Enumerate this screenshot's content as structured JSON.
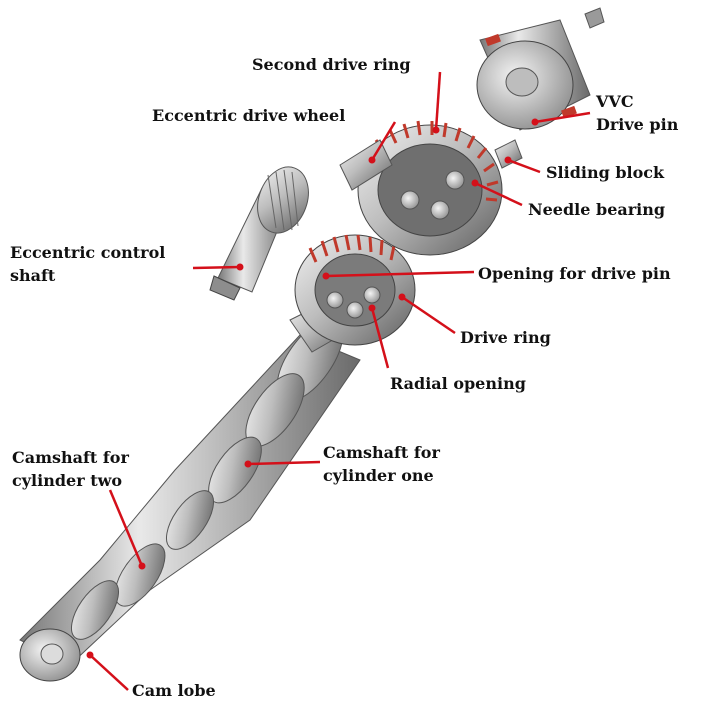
{
  "labels": {
    "second_drive_ring": "Second drive ring",
    "eccentric_drive_wheel": "Eccentric drive wheel",
    "vvc_line1": "VVC",
    "vvc_line2": "Drive pin",
    "sliding_block": "Sliding block",
    "needle_bearing": "Needle bearing",
    "eccentric_control_line1": "Eccentric control",
    "eccentric_control_line2": "shaft",
    "opening_for_drive_pin": "Opening for drive pin",
    "drive_ring": "Drive ring",
    "radial_opening": "Radial opening",
    "camshaft_one_line1": "Camshaft for",
    "camshaft_one_line2": "cylinder one",
    "camshaft_two_line1": "Camshaft for",
    "camshaft_two_line2": "cylinder two",
    "cam_lobe": "Cam lobe"
  },
  "colors": {
    "leader": "#d4101a",
    "metal_light": "#e6e6e6",
    "metal_mid": "#a8a8a8",
    "metal_dark": "#5a5a5a",
    "bearing_red": "#c0392b"
  }
}
